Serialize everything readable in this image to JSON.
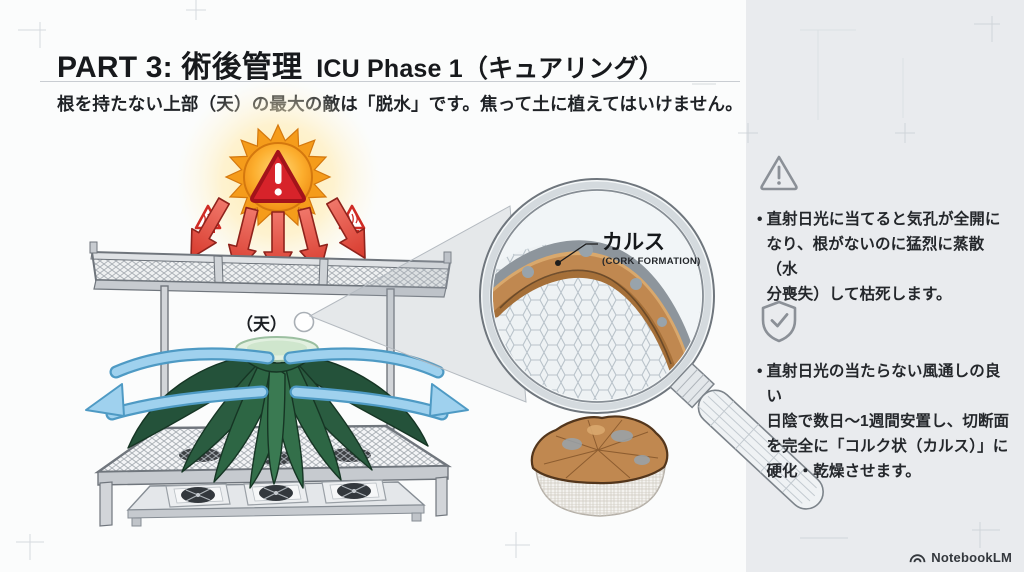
{
  "header": {
    "title_main": "PART 3: 術後管理",
    "title_sub": "ICU Phase 1（キュアリング）",
    "subtitle": "根を持たない上部（天）の最大の敵は「脱水」です。焦って土に植えてはいけません。"
  },
  "diagram": {
    "ten_label": "（天）",
    "magnifier_label": "カルス",
    "magnifier_sublabel": "(CORK FORMATION)",
    "icons": {
      "sun": "sun-warning-icon",
      "heat_left": "heat-warning-icon",
      "heat_right": "heat-warning-icon",
      "airflow": "airflow-arrow",
      "magnifier": "magnifying-glass"
    }
  },
  "right_panel": {
    "bullets": [
      {
        "icon": "warning-triangle-icon",
        "lines": [
          "直射日光に当てると気孔が全開に",
          "なり、根がないのに猛烈に蒸散（水",
          "分喪失）して枯死します。"
        ]
      },
      {
        "icon": "shield-check-icon",
        "lines": [
          "直射日光の当たらない風通しの良い",
          "日陰で数日～1週間安置し、切断面",
          "を完全に「コルク状（カルス）」に",
          "硬化・乾燥させます。"
        ]
      }
    ]
  },
  "footer": {
    "brand": "NotebookLM"
  },
  "colors": {
    "panel_bg": "#e9ebee",
    "warning_red": "#d7232a",
    "sun_orange": "#f59c1b",
    "callus_orange": "#c08850",
    "leaf_green": "#2d6644",
    "airflow_blue": "#8cc6e8",
    "frame_gray": "#c9ccd0",
    "text": "#1b1e22"
  }
}
